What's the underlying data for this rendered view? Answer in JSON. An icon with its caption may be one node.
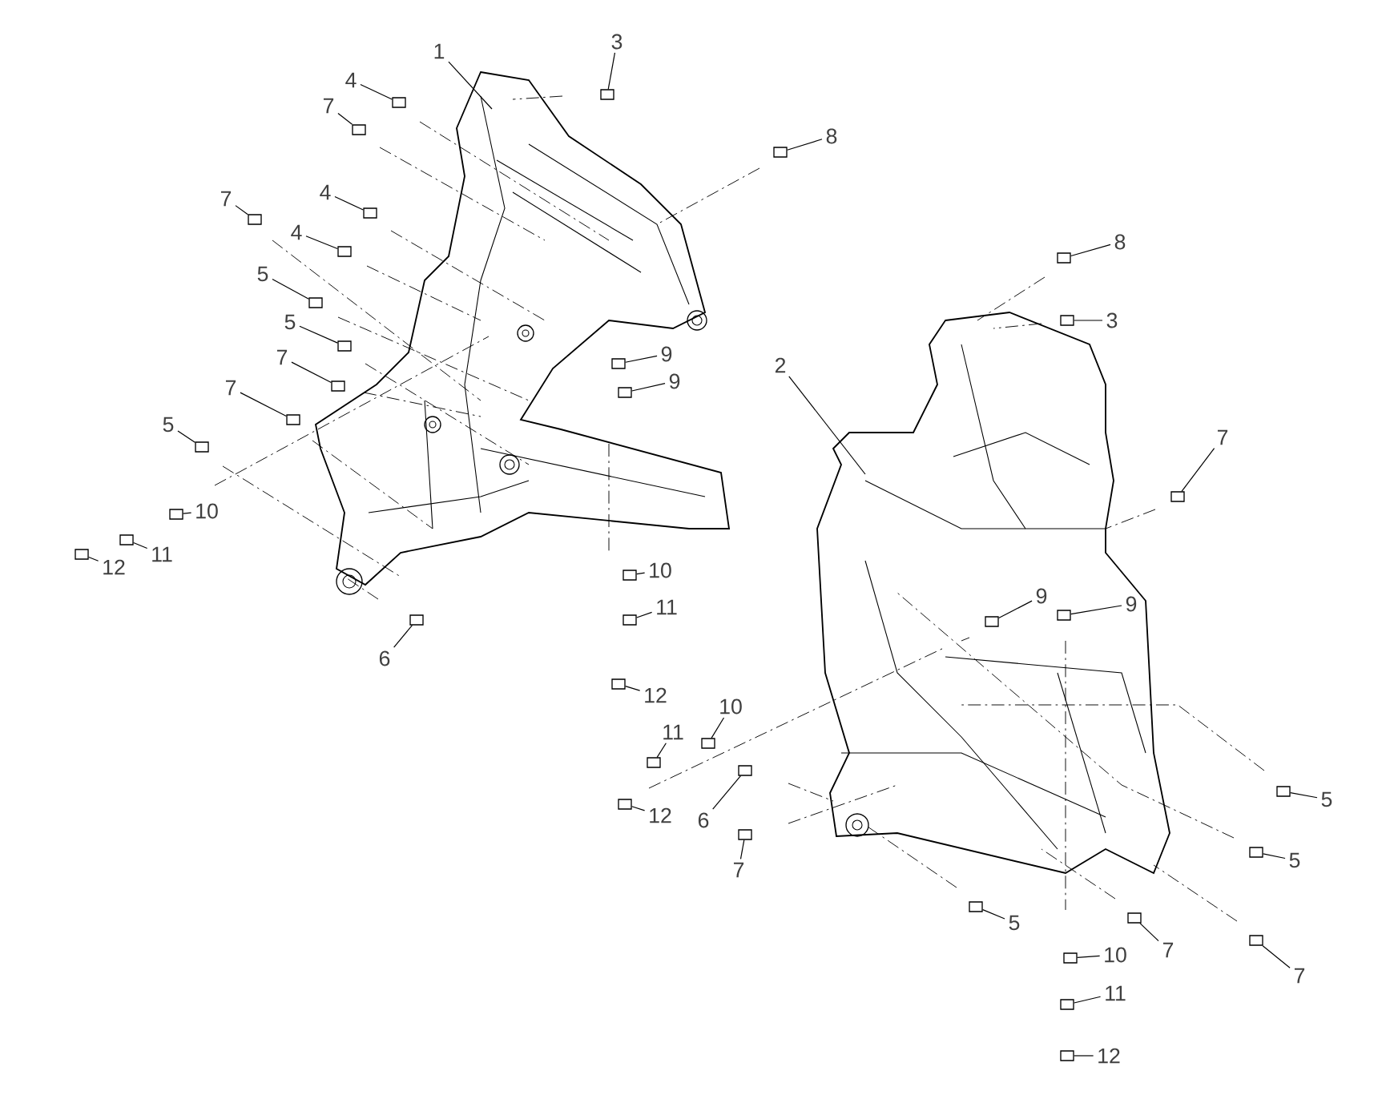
{
  "diagram": {
    "nodes": [
      {
        "text": [
          "1"
        ]
      },
      {
        "text": [
          "3"
        ]
      },
      {
        "text": [
          "4"
        ]
      },
      {
        "text": [
          "7"
        ]
      },
      {
        "text": [
          "8"
        ]
      },
      {
        "text": [
          "7"
        ]
      },
      {
        "text": [
          "4"
        ]
      },
      {
        "text": [
          "4"
        ]
      },
      {
        "text": [
          "5"
        ]
      },
      {
        "text": [
          "5"
        ]
      },
      {
        "text": [
          "7"
        ]
      },
      {
        "text": [
          "9"
        ]
      },
      {
        "text": [
          "9"
        ]
      },
      {
        "text": [
          "7"
        ]
      },
      {
        "text": [
          "5"
        ]
      },
      {
        "text": [
          "10"
        ]
      },
      {
        "text": [
          "11"
        ]
      },
      {
        "text": [
          "12"
        ]
      },
      {
        "text": [
          "6"
        ]
      },
      {
        "text": [
          "10"
        ]
      },
      {
        "text": [
          "11"
        ]
      },
      {
        "text": [
          "12"
        ]
      },
      {
        "text": [
          "2"
        ]
      },
      {
        "text": [
          "8"
        ]
      },
      {
        "text": [
          "3"
        ]
      },
      {
        "text": [
          "7"
        ]
      },
      {
        "text": [
          "9"
        ]
      },
      {
        "text": [
          "9"
        ]
      },
      {
        "text": [
          "10"
        ]
      },
      {
        "text": [
          "11"
        ]
      },
      {
        "text": [
          "12"
        ]
      },
      {
        "text": [
          "6"
        ]
      },
      {
        "text": [
          "7"
        ]
      },
      {
        "text": [
          "5"
        ]
      },
      {
        "text": [
          "5"
        ]
      },
      {
        "text": [
          "5"
        ]
      },
      {
        "text": [
          "7"
        ]
      },
      {
        "text": [
          "7"
        ]
      },
      {
        "text": [
          "10"
        ]
      },
      {
        "text": [
          "11"
        ]
      },
      {
        "text": [
          "12"
        ]
      },
      {
        "text": [],
        "shape": "box"
      },
      {
        "text": [],
        "shape": "box"
      },
      {
        "text": [],
        "shape": "box"
      },
      {
        "text": [],
        "shape": "box"
      },
      {
        "text": [],
        "shape": "box"
      },
      {
        "text": [],
        "shape": "box"
      },
      {
        "text": [],
        "shape": "box"
      },
      {
        "text": [],
        "shape": "box"
      },
      {
        "text": [],
        "shape": "box"
      },
      {
        "text": [],
        "shape": "box"
      },
      {
        "text": [],
        "shape": "box"
      },
      {
        "text": [],
        "shape": "box"
      },
      {
        "text": [],
        "shape": "box"
      },
      {
        "text": [],
        "shape": "box"
      },
      {
        "text": [],
        "shape": "box"
      },
      {
        "text": [],
        "shape": "box"
      },
      {
        "text": [],
        "shape": "box"
      },
      {
        "text": [],
        "shape": "box"
      },
      {
        "text": [],
        "shape": "box"
      },
      {
        "text": [],
        "shape": "box"
      },
      {
        "text": [],
        "shape": "box"
      },
      {
        "text": [],
        "shape": "box"
      },
      {
        "text": [],
        "shape": "box"
      },
      {
        "text": [],
        "shape": "box"
      },
      {
        "text": [],
        "shape": "box"
      },
      {
        "text": [],
        "shape": "box"
      },
      {
        "text": [],
        "shape": "box"
      },
      {
        "text": [],
        "shape": "box"
      },
      {
        "text": [],
        "shape": "box"
      },
      {
        "text": [],
        "shape": "box"
      },
      {
        "text": [],
        "shape": "box"
      },
      {
        "text": [],
        "shape": "box"
      },
      {
        "text": [],
        "shape": "box"
      },
      {
        "text": [],
        "shape": "box"
      },
      {
        "text": [],
        "shape": "box"
      },
      {
        "text": [],
        "shape": "box"
      },
      {
        "text": [],
        "shape": "box"
      },
      {
        "text": [],
        "shape": "box"
      },
      {
        "text": [],
        "shape": "box"
      }
    ],
    "edges": [
      {
        "from": 0,
        "to": null,
        "arrow": "none"
      },
      {
        "from": 1,
        "to": 41,
        "arrow": "none"
      },
      {
        "from": 2,
        "to": 42,
        "arrow": "none"
      },
      {
        "from": 3,
        "to": 43,
        "arrow": "none"
      },
      {
        "from": 4,
        "to": 44,
        "arrow": "none"
      },
      {
        "from": 5,
        "to": 45,
        "arrow": "none"
      },
      {
        "from": 6,
        "to": 46,
        "arrow": "none"
      },
      {
        "from": 7,
        "to": 47,
        "arrow": "none"
      },
      {
        "from": 8,
        "to": 48,
        "arrow": "none"
      },
      {
        "from": 9,
        "to": 49,
        "arrow": "none"
      },
      {
        "from": 10,
        "to": 50,
        "arrow": "none"
      },
      {
        "from": 11,
        "to": 51,
        "arrow": "none"
      },
      {
        "from": 12,
        "to": 52,
        "arrow": "none"
      },
      {
        "from": 13,
        "to": 53,
        "arrow": "none"
      },
      {
        "from": 14,
        "to": 54,
        "arrow": "none"
      },
      {
        "from": 15,
        "to": 55,
        "arrow": "none"
      },
      {
        "from": 16,
        "to": 56,
        "arrow": "none"
      },
      {
        "from": 17,
        "to": 57,
        "arrow": "none"
      },
      {
        "from": 18,
        "to": 58,
        "arrow": "none"
      },
      {
        "from": 19,
        "to": 59,
        "arrow": "none"
      },
      {
        "from": 20,
        "to": 60,
        "arrow": "none"
      },
      {
        "from": 21,
        "to": 61,
        "arrow": "none"
      },
      {
        "from": 22,
        "to": null,
        "arrow": "none"
      },
      {
        "from": 23,
        "to": 62,
        "arrow": "none"
      },
      {
        "from": 24,
        "to": 63,
        "arrow": "none"
      },
      {
        "from": 25,
        "to": 64,
        "arrow": "none"
      },
      {
        "from": 26,
        "to": 65,
        "arrow": "none"
      },
      {
        "from": 27,
        "to": 66,
        "arrow": "none"
      },
      {
        "from": 28,
        "to": 67,
        "arrow": "none"
      },
      {
        "from": 29,
        "to": 68,
        "arrow": "none"
      },
      {
        "from": 30,
        "to": 69,
        "arrow": "none"
      },
      {
        "from": 31,
        "to": 70,
        "arrow": "none"
      },
      {
        "from": 32,
        "to": 71,
        "arrow": "none"
      },
      {
        "from": 33,
        "to": 72,
        "arrow": "none"
      },
      {
        "from": 34,
        "to": 73,
        "arrow": "none"
      },
      {
        "from": 35,
        "to": 74,
        "arrow": "none"
      },
      {
        "from": 36,
        "to": 75,
        "arrow": "none"
      },
      {
        "from": 37,
        "to": 76,
        "arrow": "none"
      },
      {
        "from": 38,
        "to": 77,
        "arrow": "none"
      },
      {
        "from": 39,
        "to": 78,
        "arrow": "none"
      },
      {
        "from": 40,
        "to": 79,
        "arrow": "none"
      }
    ]
  }
}
